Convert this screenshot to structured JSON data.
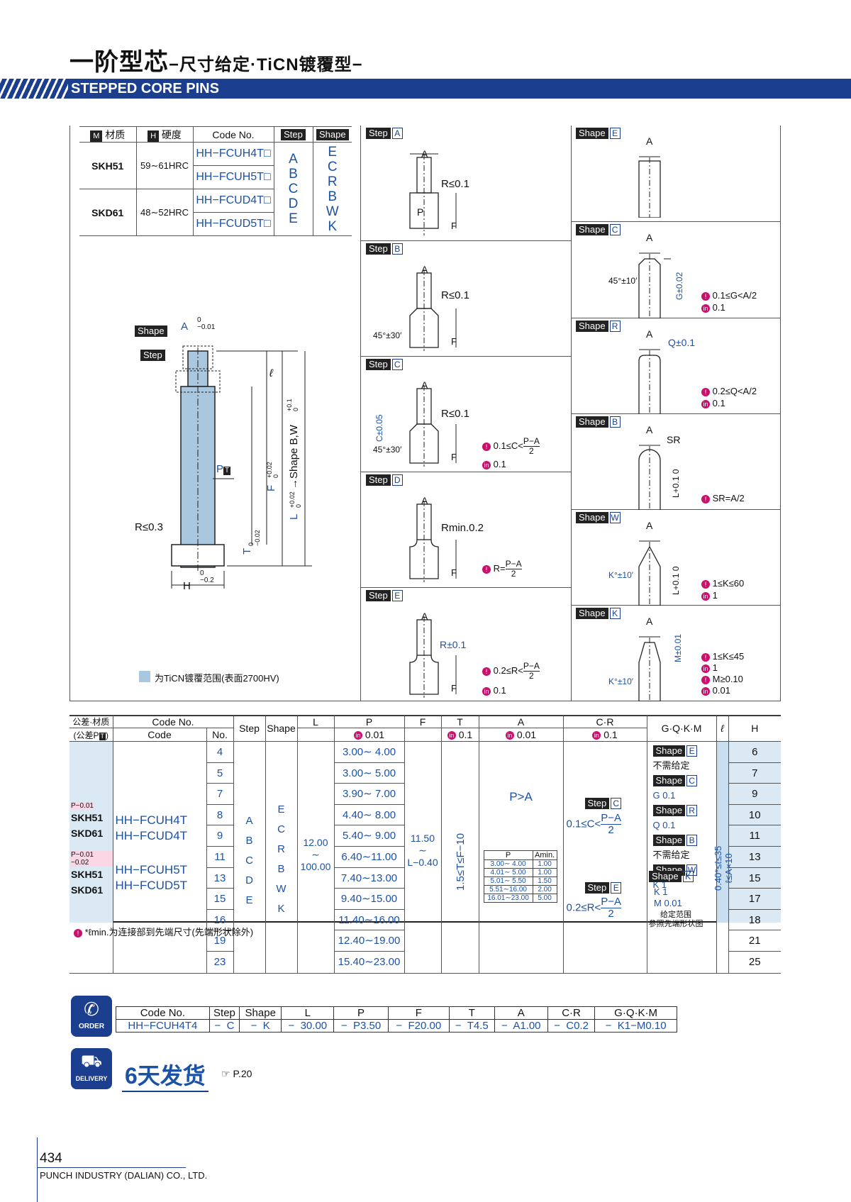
{
  "header": {
    "title_main": "一阶型芯",
    "title_sub": "−尺寸给定·TiCN镀覆型−",
    "subtitle_en": "STEPPED CORE PINS"
  },
  "spec_table": {
    "headers": {
      "material": "材质",
      "material_icon": "M",
      "hardness": "硬度",
      "hardness_icon": "H",
      "code": "Code No.",
      "step": "Step",
      "shape": "Shape"
    },
    "rows": [
      {
        "material": "SKH51",
        "hardness": "59∼61HRC",
        "codes": [
          "HH−FCUH4T□",
          "HH−FCUH5T□"
        ]
      },
      {
        "material": "SKD61",
        "hardness": "48∼52HRC",
        "codes": [
          "HH−FCUD4T□",
          "HH−FCUD5T□"
        ]
      }
    ],
    "steps": "A\nB\nC\nD\nE",
    "shapes": "E\nC\nR\nB\nW\nK"
  },
  "main_drawing": {
    "shape_label": "Shape",
    "step_label": "Step",
    "a_dim": "A",
    "a_tol_top": "0",
    "a_tol_bot": "−0.01",
    "p_label": "P",
    "p_icon": "T",
    "r_label": "R≤0.3",
    "t_label": "T",
    "t_tol_top": "0",
    "t_tol_bot": "−0.02",
    "h_label": "H",
    "h_tol_top": "0",
    "h_tol_bot": "−0.2",
    "l_small": "ℓ",
    "f_label": "F",
    "f_tol": "+0.02\n0",
    "l_label": "L",
    "l_tol": "+0.02\n0",
    "shape_bw": "→Shape B,W",
    "shape_bw_tol": "+0.1\n0",
    "legend": "为TiCN镀覆范围(表面2700HV)"
  },
  "step_panels": [
    {
      "tag": "Step",
      "id": "A",
      "a": "A",
      "r": "R≤0.1",
      "p": "P",
      "f": "F"
    },
    {
      "tag": "Step",
      "id": "B",
      "a": "A",
      "r": "R≤0.1",
      "angle": "45°±30′",
      "f": "F"
    },
    {
      "tag": "Step",
      "id": "C",
      "a": "A",
      "r": "R≤0.1",
      "angle": "45°±30′",
      "c": "C±0.05",
      "note1": "0.1≤C<",
      "note1_frac_top": "P−A",
      "note1_frac_bot": "2",
      "note2": "0.1",
      "f": "F"
    },
    {
      "tag": "Step",
      "id": "D",
      "a": "A",
      "r": "Rmin.0.2",
      "note1": "R=",
      "note1_frac_top": "P−A",
      "note1_frac_bot": "2",
      "f": "F"
    },
    {
      "tag": "Step",
      "id": "E",
      "a": "A",
      "r": "R±0.1",
      "note1": "0.2≤R<",
      "note1_frac_top": "P−A",
      "note1_frac_bot": "2",
      "note2": "0.1",
      "f": "F"
    }
  ],
  "shape_panels": [
    {
      "tag": "Shape",
      "id": "E",
      "a": "A"
    },
    {
      "tag": "Shape",
      "id": "C",
      "a": "A",
      "angle": "45°±10′",
      "g": "G±0.02",
      "note1": "0.1≤G<A/2",
      "note2": "0.1"
    },
    {
      "tag": "Shape",
      "id": "R",
      "a": "A",
      "q": "Q±0.1",
      "note1": "0.2≤Q<A/2",
      "note2": "0.1"
    },
    {
      "tag": "Shape",
      "id": "B",
      "a": "A",
      "sr": "SR",
      "l": "L+0.1 0",
      "note1": "SR=A/2"
    },
    {
      "tag": "Shape",
      "id": "W",
      "a": "A",
      "k": "K°±10′",
      "l": "L+0.1 0",
      "note1": "1≤K≤60",
      "note2": "1"
    },
    {
      "tag": "Shape",
      "id": "K",
      "a": "A",
      "k": "K°±10′",
      "m": "M±0.01",
      "note1": "1≤K≤45",
      "note2": "1",
      "note3": "M≥0.10",
      "note4": "0.01"
    }
  ],
  "main_table": {
    "headers": {
      "tol_mat": "公差·材质",
      "tol_p": "(公差P",
      "tol_p_icon": "T",
      "code_no": "Code No.",
      "code": "Code",
      "no": "No.",
      "step": "Step",
      "shape": "Shape",
      "L": "L",
      "P": "P",
      "P_tol": "0.01",
      "F": "F",
      "T": "T",
      "T_tol": "0.1",
      "A": "A",
      "A_tol": "0.01",
      "CR": "C·R",
      "CR_tol": "0.1",
      "GQKM": "G·Q·K·M",
      "l": "ℓ",
      "H": "H"
    },
    "tol1": "P−0.01",
    "tol2": "P−0.01 −0.02",
    "mat_groups": [
      {
        "mat": "SKH51\nSKD61",
        "codes": "HH−FCUH4T\nHH−FCUD4T"
      },
      {
        "mat": "SKH51\nSKD61",
        "codes": "HH−FCUH5T\nHH−FCUD5T"
      }
    ],
    "nos": [
      "4",
      "5",
      "7",
      "8",
      "9",
      "11",
      "13",
      "15",
      "16",
      "19",
      "23"
    ],
    "P_ranges": [
      "3.00∼ 4.00",
      "3.00∼ 5.00",
      "3.90∼ 7.00",
      "4.40∼ 8.00",
      "5.40∼ 9.00",
      "6.40∼11.00",
      "7.40∼13.00",
      "9.40∼15.00",
      "11.40∼16.00",
      "12.40∼19.00",
      "15.40∼23.00"
    ],
    "H_values": [
      "6",
      "7",
      "9",
      "10",
      "11",
      "13",
      "15",
      "17",
      "18",
      "21",
      "25"
    ],
    "steps": "A\nB\nC\nD\nE",
    "shapes": "E\nC\nR\nB\nW\nK",
    "L_range": "12.00\n∼\n100.00",
    "F_range": "11.50\n∼\nL−0.40",
    "T_range": "1.5≤T≤F−10",
    "A_rel": "P>A",
    "amin_headers": [
      "P",
      "Amin."
    ],
    "amin_rows": [
      [
        "3.00∼ 4.00",
        "1.00"
      ],
      [
        "4.01∼ 5.00",
        "1.00"
      ],
      [
        "5.01∼ 5.50",
        "1.50"
      ],
      [
        "5.51∼16.00",
        "2.00"
      ],
      [
        "16.01∼23.00",
        "5.00"
      ]
    ],
    "cr_c": "0.1≤C<",
    "cr_r": "0.2≤R<",
    "cr_frac_top": "P−A",
    "cr_frac_bot": "2",
    "gqkm": [
      [
        "Shape",
        "E",
        "不需给定"
      ],
      [
        "Shape",
        "C",
        "G 0.1"
      ],
      [
        "Shape",
        "R",
        "Q 0.1"
      ],
      [
        "Shape",
        "B",
        "不需给定"
      ],
      [
        "Shape",
        "W",
        "K 1"
      ],
      [
        "Shape",
        "K",
        "K 1",
        "M 0.01"
      ]
    ],
    "gqkm_footer": "给定范围\n参照先端形状图",
    "l_range": "0.40*≤ℓ≤35\nℓ≤A×10",
    "footnote": "*ℓmin.为连接部到先端尺寸(先端形状除外)"
  },
  "order": {
    "icon_label": "ORDER",
    "headers": [
      "Code No.",
      "Step",
      "Shape",
      "L",
      "P",
      "F",
      "T",
      "A",
      "C·R",
      "G·Q·K·M"
    ],
    "values": [
      "HH−FCUH4T4",
      "−  C",
      "−  K",
      "−  30.00",
      "−  P3.50",
      "−  F20.00",
      "−  T4.5",
      "−  A1.00",
      "−  C0.2",
      "−  K1−M0.10"
    ]
  },
  "delivery": {
    "icon_label": "DELIVERY",
    "days": "6天发货",
    "ref": "☞ P.20"
  },
  "footer": {
    "page": "434",
    "company": "PUNCH INDUSTRY (DALIAN) CO., LTD."
  },
  "colors": {
    "band": "#1b3f8e",
    "coating": "#a9c7de",
    "tolerance_pink": "#c8106c",
    "link_blue": "#1b52a6"
  }
}
